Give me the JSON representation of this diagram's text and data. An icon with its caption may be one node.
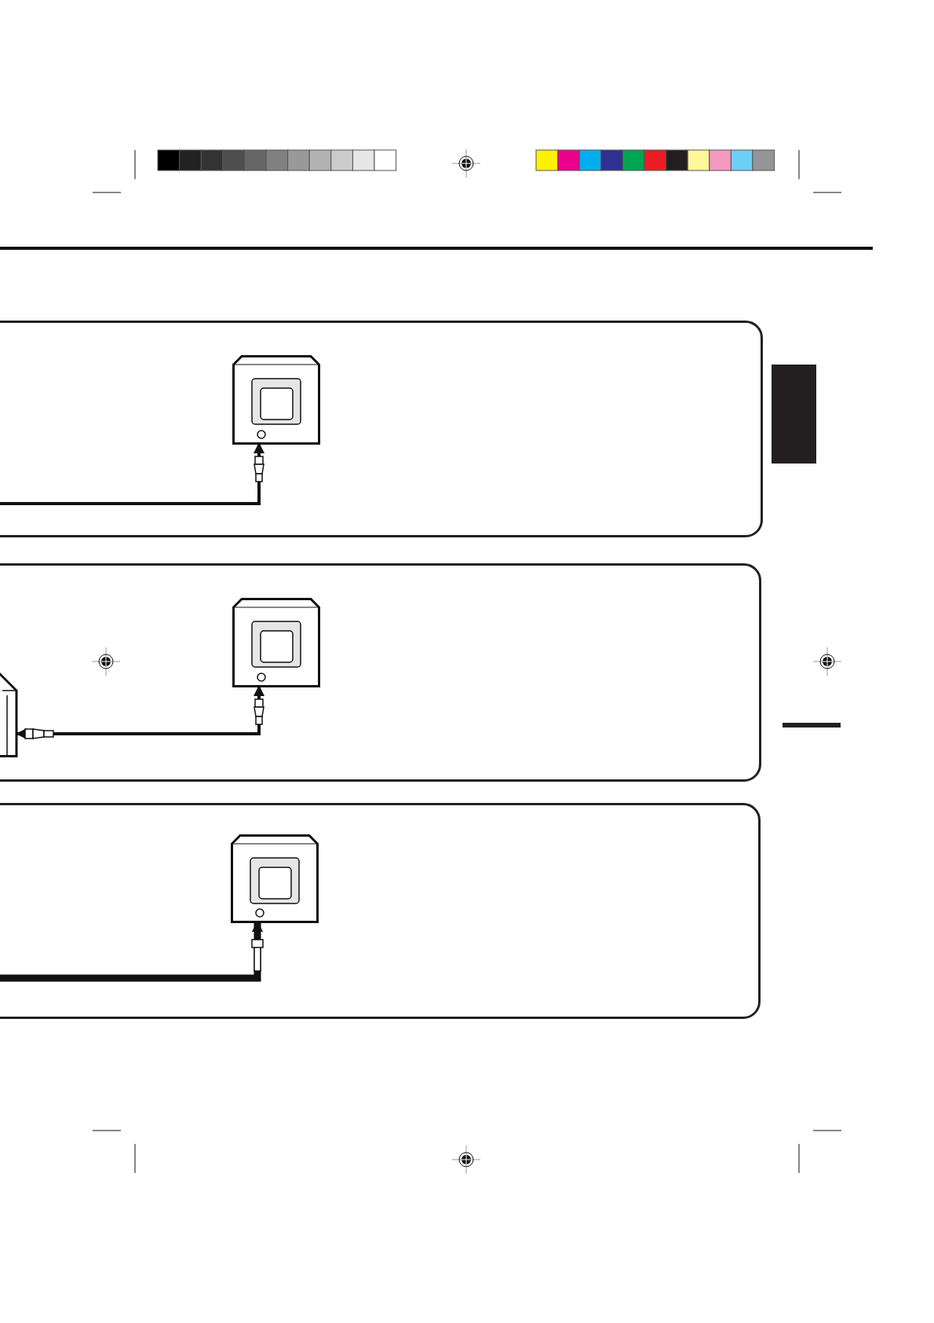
{
  "diagram": {
    "nodes": [
      {
        "text": [],
        "shape": "box"
      },
      {
        "text": [],
        "shape": "box",
        "in": 0
      },
      {
        "text": [],
        "shape": "box"
      },
      {
        "text": [],
        "shape": "box",
        "in": 2
      },
      {
        "text": [],
        "shape": "box",
        "in": 2
      },
      {
        "text": [],
        "shape": "box"
      },
      {
        "text": [],
        "shape": "box",
        "in": 5
      },
      {
        "text": [],
        "shape": "bar"
      }
    ],
    "edges": [
      {
        "from": null,
        "to": 1,
        "arrow": "to"
      },
      {
        "from": 3,
        "to": 4,
        "arrow": "both"
      },
      {
        "from": null,
        "to": 6,
        "arrow": "to",
        "style": "thick"
      }
    ]
  }
}
